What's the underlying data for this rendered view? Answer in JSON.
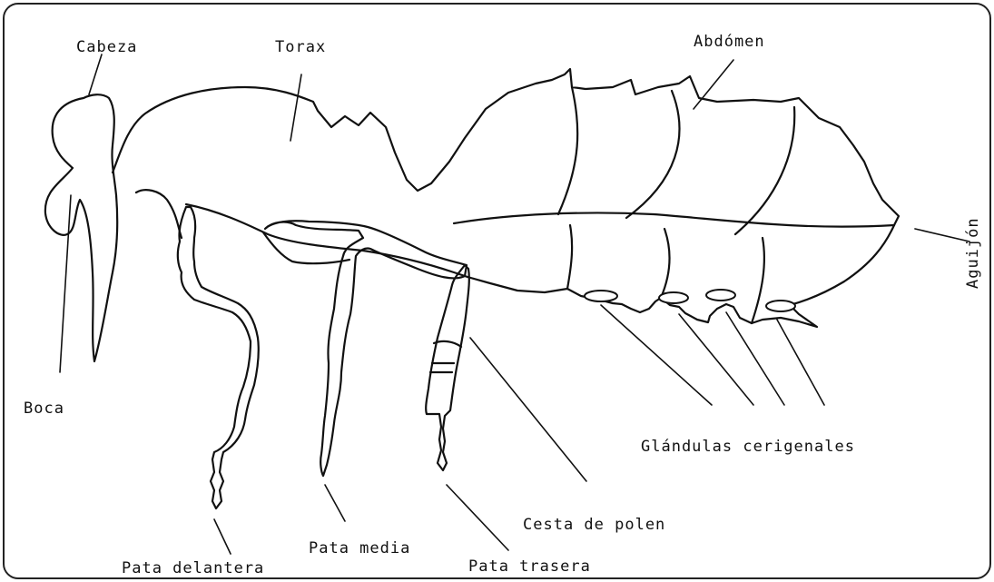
{
  "diagram": {
    "labels": {
      "cabeza": "Cabeza",
      "torax": "Torax",
      "abdomen": "Abdómen",
      "aguijon": "Aguijón",
      "boca": "Boca",
      "pata_delantera": "Pata delantera",
      "pata_media": "Pata media",
      "pata_trasera": "Pata trasera",
      "cesta_de_polen": "Cesta de polen",
      "glandulas_cerigenales": "Glándulas cerigenales"
    },
    "colors": {
      "ink": "#111111",
      "background": "#ffffff"
    }
  }
}
